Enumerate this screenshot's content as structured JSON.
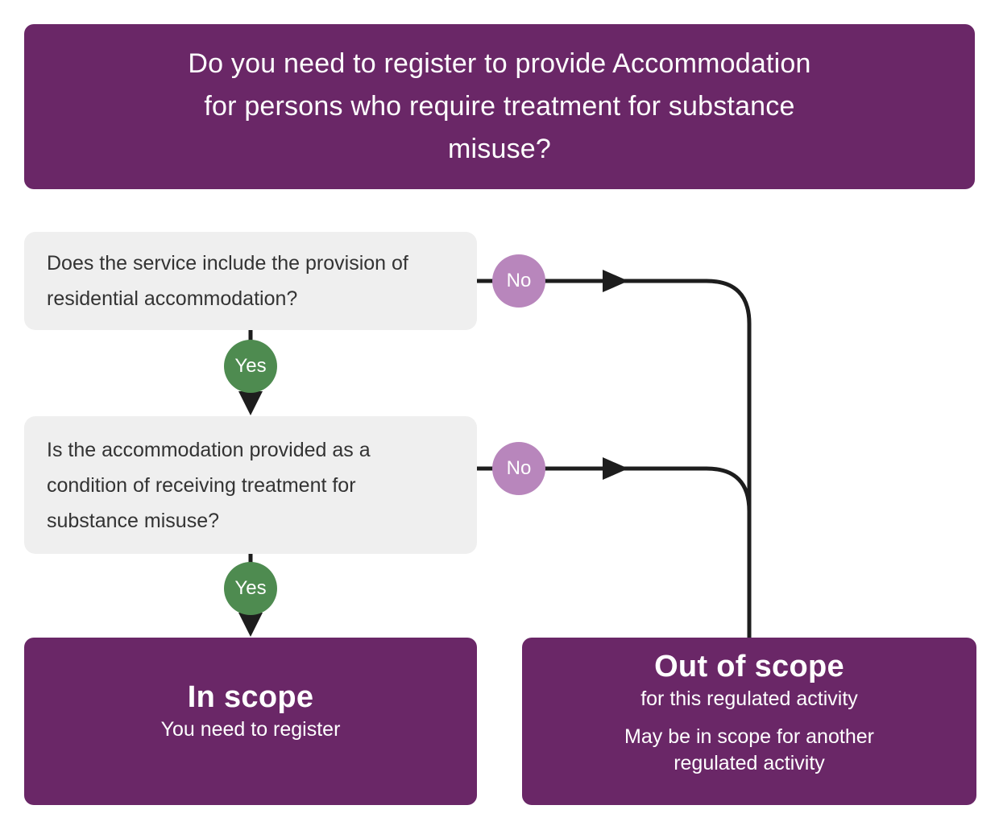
{
  "diagram": {
    "type": "flowchart",
    "colors": {
      "purple": "#6A2767",
      "no_circle": "#B886BC",
      "yes_circle": "#4E8B50",
      "question_box": "#EFEFEF",
      "connector_line": "#1D1D1D",
      "question_text": "#333333",
      "white_text": "#FFFFFF"
    },
    "header": {
      "lines": [
        "Do you need to register to provide Accommodation",
        "for persons who require treatment for substance",
        "misuse?"
      ]
    },
    "questions": [
      {
        "id": "q1",
        "lines": [
          "Does the service include the provision of",
          "residential accommodation?"
        ]
      },
      {
        "id": "q2",
        "lines": [
          "Is the accommodation provided as a",
          "condition of receiving treatment for",
          "substance misuse?"
        ]
      }
    ],
    "decision_labels": {
      "yes": "Yes",
      "no": "No"
    },
    "outcomes": {
      "in_scope": {
        "title": "In scope",
        "subtitle": "You need to register"
      },
      "out_of_scope": {
        "title": "Out of scope",
        "subtitle": "for this regulated activity",
        "note_lines": [
          "May be in scope for another",
          "regulated activity"
        ]
      }
    }
  }
}
